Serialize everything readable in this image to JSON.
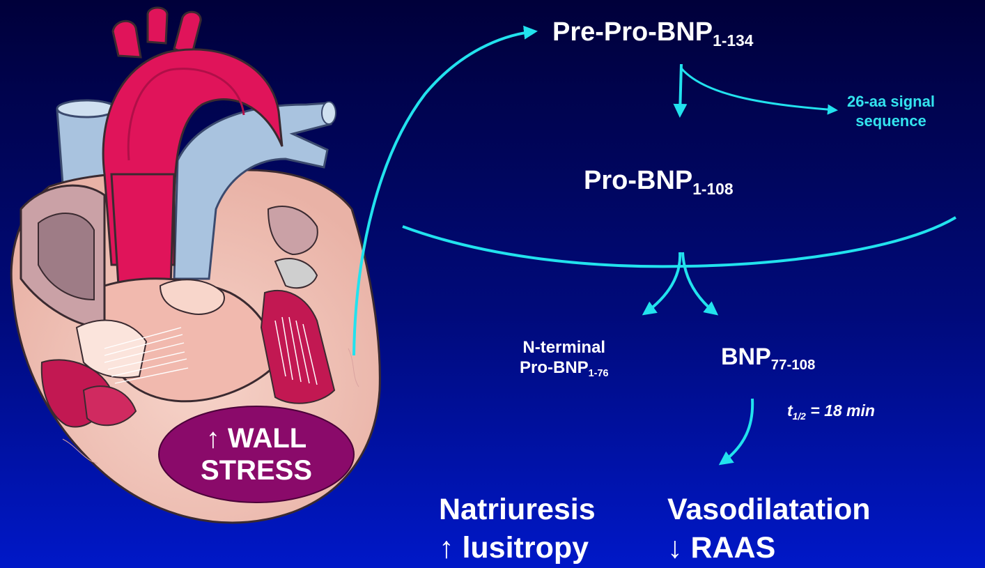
{
  "colors": {
    "background_top": "#00003a",
    "background_bottom": "#0018c8",
    "arrow": "#22e2ee",
    "label_text": "#ffffff",
    "signal_text": "#33e3ee",
    "wall_stress_fill": "#8a0a6a",
    "heart_aorta": "#e0145a",
    "heart_vessel_blue": "#a9c3df",
    "heart_muscle": "#f3c7bd"
  },
  "icons": [
    "heart-illustration",
    "curved-arrow"
  ],
  "heart": {
    "wall_stress_line1": "↑ WALL",
    "wall_stress_line2": "STRESS"
  },
  "pathway": {
    "prepro": {
      "base": "Pre-Pro-BNP",
      "sub": "1-134"
    },
    "signal": {
      "line1": "26-aa signal",
      "line2": "sequence"
    },
    "pro": {
      "base": "Pro-BNP",
      "sub": "1-108"
    },
    "nterm": {
      "line1": "N-terminal",
      "base": "Pro-BNP",
      "sub": "1-76"
    },
    "bnp": {
      "base": "BNP",
      "sub": "77-108"
    },
    "halflife": {
      "sym": "t",
      "sub": "1/2",
      "rest": " = 18 min"
    }
  },
  "effects": {
    "natriuresis": "Natriuresis",
    "vasodilatation": "Vasodilatation",
    "lusitropy": "↑ lusitropy",
    "raas": "↓ RAAS"
  }
}
